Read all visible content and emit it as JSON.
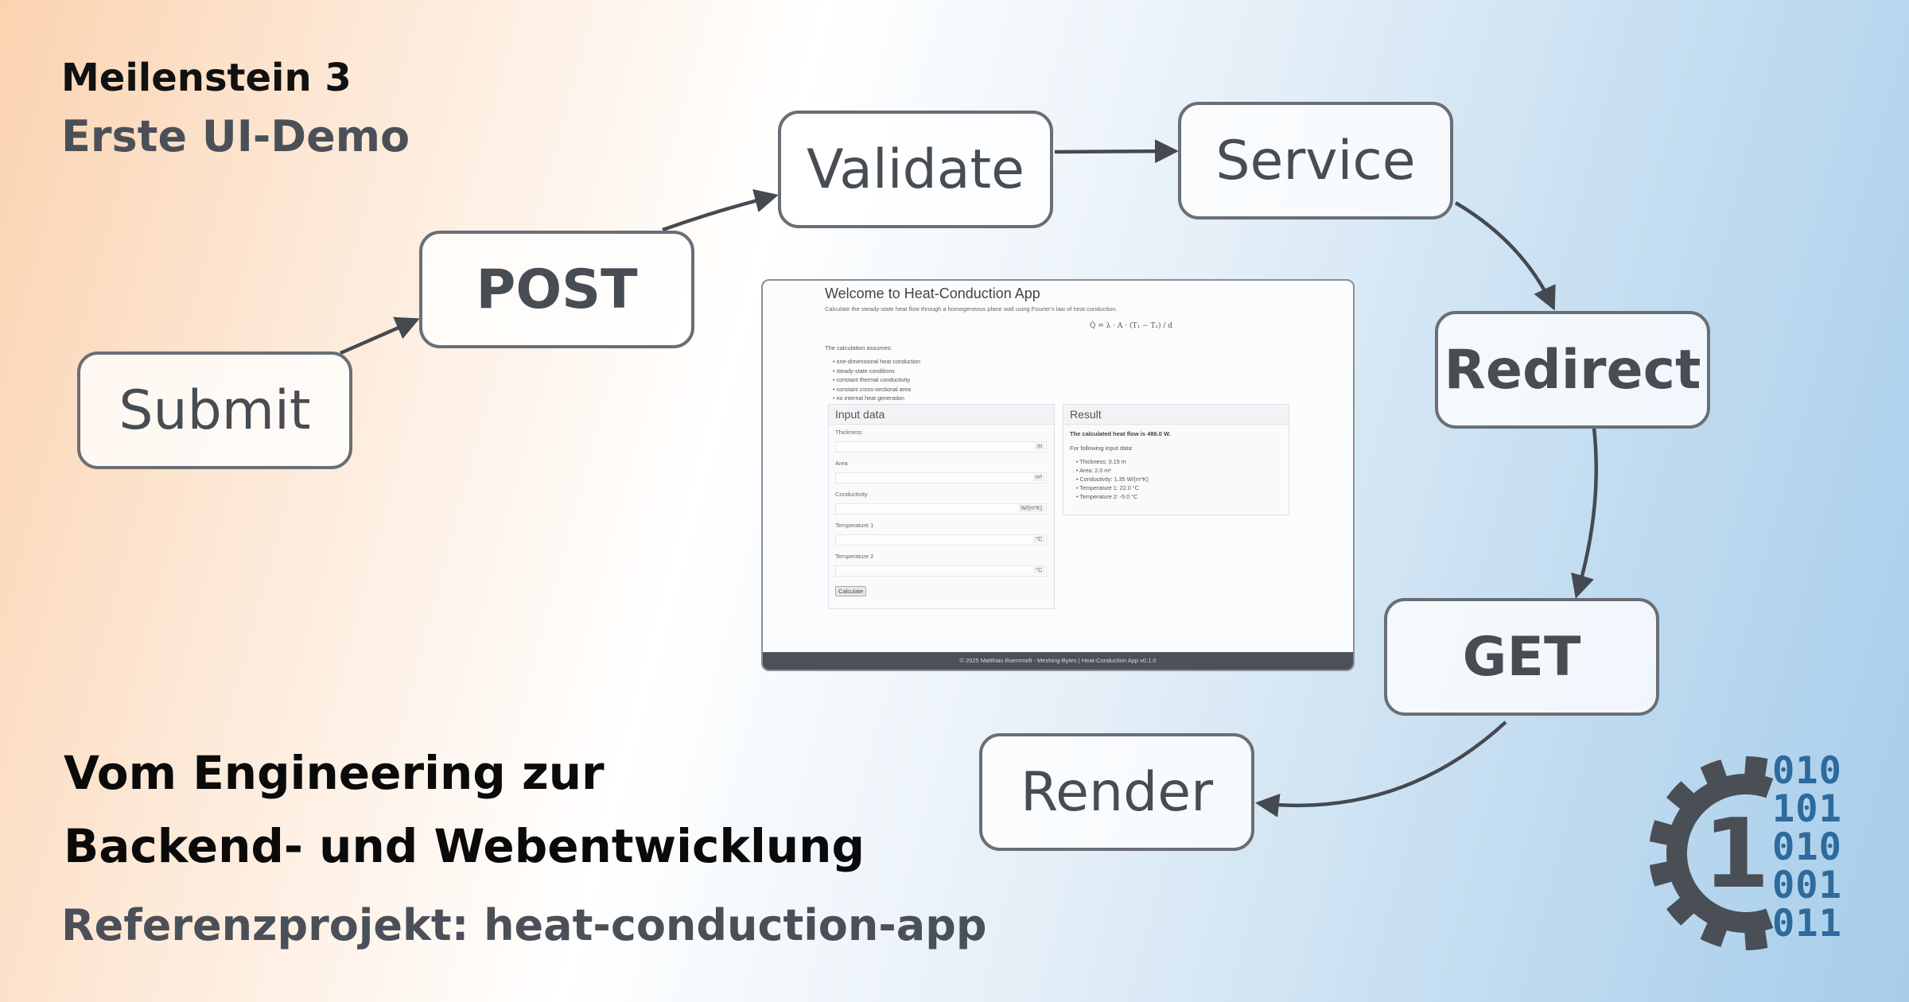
{
  "header": {
    "milestone": "Meilenstein 3",
    "subtitle": "Erste UI-Demo"
  },
  "footer": {
    "title_line1": "Vom Engineering zur",
    "title_line2": "Backend- und Webentwicklung",
    "reference": "Referenzprojekt: heat-conduction-app"
  },
  "flow": {
    "submit": "Submit",
    "post": "POST",
    "validate": "Validate",
    "service": "Service",
    "redirect": "Redirect",
    "get": "GET",
    "render": "Render"
  },
  "screenshot": {
    "title": "Welcome to Heat-Conduction App",
    "description": "Calculate the steady-state heat flow through a homogeneous plane wall using Fourier's law of heat conduction.",
    "formula": "Q̇ = λ · A · (T₁ − T₂) / d",
    "assumptions_label": "The calculation assumes:",
    "assumptions": [
      "one-dimensional heat conduction",
      "steady-state conditions",
      "constant thermal conductivity",
      "constant cross-sectional area",
      "no internal heat generation"
    ],
    "input_panel": {
      "heading": "Input data",
      "fields": [
        {
          "label": "Thickness",
          "unit": "m"
        },
        {
          "label": "Area",
          "unit": "m²"
        },
        {
          "label": "Conductivity",
          "unit": "W/(m*K)"
        },
        {
          "label": "Temperature 1",
          "unit": "°C"
        },
        {
          "label": "Temperature 2",
          "unit": "°C"
        }
      ],
      "button": "Calculate"
    },
    "result_panel": {
      "heading": "Result",
      "result": "The calculated heat flow is 486.0 W.",
      "following": "For following input data:",
      "items": [
        "Thickness: 0.15 m",
        "Area: 2.0 m²",
        "Conductivity: 1.35 W/(m*K)",
        "Temperature 1: 22.0 °C",
        "Temperature 2: -5.0 °C"
      ]
    },
    "footer": "© 2025 Matthias Roemmelt - Meshing-Bytes | Heat-Conduction App v0.1.0"
  },
  "logo": {
    "gear_digit": "1",
    "bits": [
      "010",
      "101",
      "010",
      "001",
      "011"
    ],
    "bit_color": "#2f6a9c",
    "gear_color": "#4a4e55"
  },
  "colors": {
    "node_border": "#6a6e75",
    "node_text": "#484c53",
    "arrow": "#454950"
  }
}
